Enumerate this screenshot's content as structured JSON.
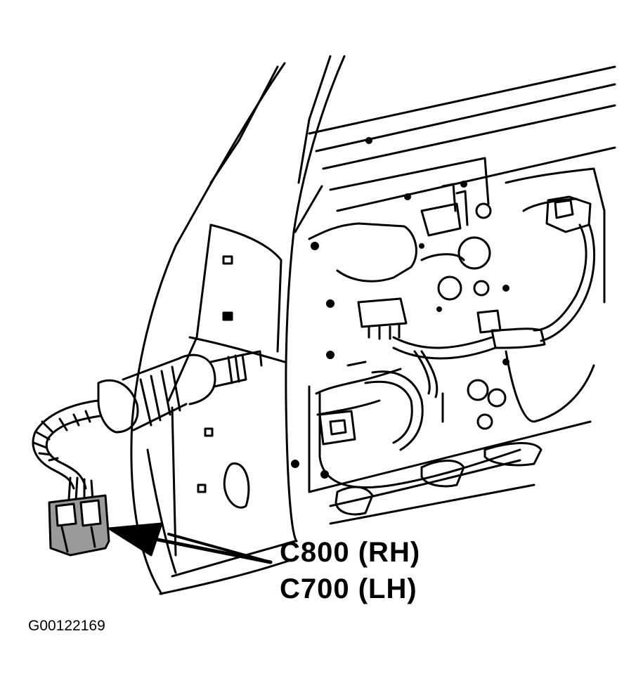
{
  "callout": {
    "rh_label": "C800 (RH)",
    "lh_label": "C700 (LH)"
  },
  "figure_id": "G00122169",
  "colors": {
    "ink": "#000000",
    "paper": "#ffffff",
    "shade": "#9a9a9a"
  }
}
